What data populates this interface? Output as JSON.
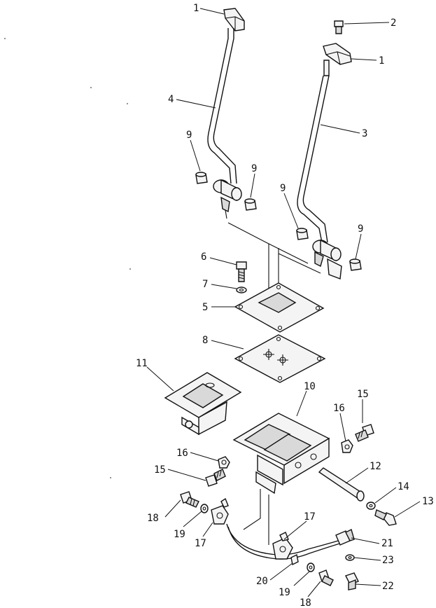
{
  "diagram": {
    "callouts": [
      {
        "id": "c1a",
        "label": "1"
      },
      {
        "id": "c2",
        "label": "2"
      },
      {
        "id": "c1b",
        "label": "1"
      },
      {
        "id": "c4",
        "label": "4"
      },
      {
        "id": "c3",
        "label": "3"
      },
      {
        "id": "c9a",
        "label": "9"
      },
      {
        "id": "c9b",
        "label": "9"
      },
      {
        "id": "c9c",
        "label": "9"
      },
      {
        "id": "c9d",
        "label": "9"
      },
      {
        "id": "c6",
        "label": "6"
      },
      {
        "id": "c7",
        "label": "7"
      },
      {
        "id": "c5",
        "label": "5"
      },
      {
        "id": "c8",
        "label": "8"
      },
      {
        "id": "c11",
        "label": "11"
      },
      {
        "id": "c10",
        "label": "10"
      },
      {
        "id": "c15a",
        "label": "15"
      },
      {
        "id": "c16a",
        "label": "16"
      },
      {
        "id": "c16b",
        "label": "16"
      },
      {
        "id": "c15b",
        "label": "15"
      },
      {
        "id": "c12",
        "label": "12"
      },
      {
        "id": "c14",
        "label": "14"
      },
      {
        "id": "c13",
        "label": "13"
      },
      {
        "id": "c18a",
        "label": "18"
      },
      {
        "id": "c19a",
        "label": "19"
      },
      {
        "id": "c17a",
        "label": "17"
      },
      {
        "id": "c17b",
        "label": "17"
      },
      {
        "id": "c21",
        "label": "21"
      },
      {
        "id": "c23",
        "label": "23"
      },
      {
        "id": "c20",
        "label": "20"
      },
      {
        "id": "c22",
        "label": "22"
      },
      {
        "id": "c19b",
        "label": "19"
      },
      {
        "id": "c18b",
        "label": "18"
      }
    ]
  }
}
